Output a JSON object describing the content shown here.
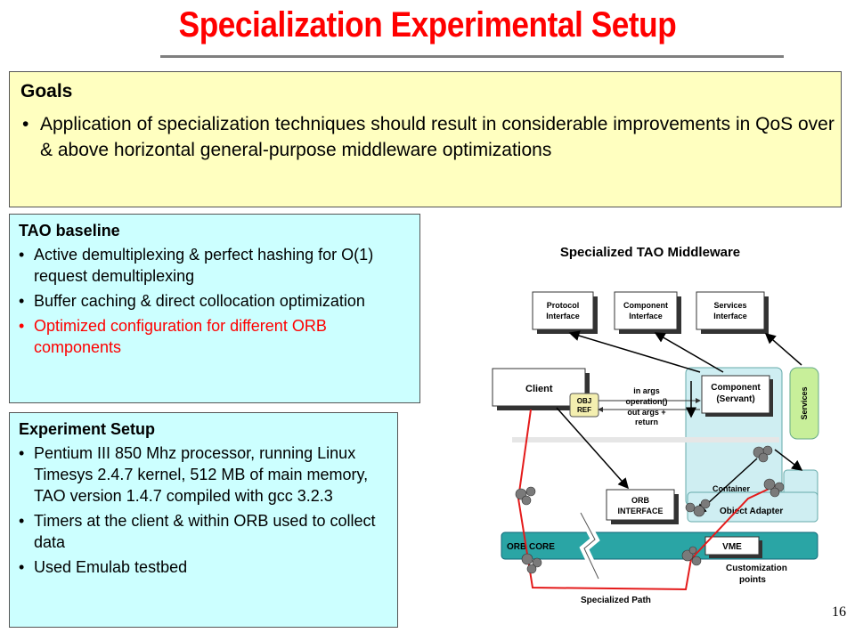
{
  "slide": {
    "title": "Specialization Experimental Setup",
    "page_number": "16"
  },
  "goals": {
    "heading": "Goals",
    "bullets": [
      "Application of specialization techniques should result in considerable improvements in QoS over & above horizontal general-purpose middleware optimizations"
    ]
  },
  "tao_baseline": {
    "heading": "TAO baseline",
    "bullets": [
      "Active demultiplexing &  perfect hashing for O(1) request demultiplexing",
      "Buffer caching & direct collocation optimization",
      "Optimized configuration for different ORB components"
    ]
  },
  "experiment_setup": {
    "heading": "Experiment Setup",
    "bullets": [
      "Pentium III 850 Mhz processor, running Linux Timesys 2.4.7 kernel, 512 MB of main memory, TAO version 1.4.7 compiled with gcc 3.2.3",
      "Timers at the client & within ORB used to collect data",
      "Used Emulab testbed"
    ]
  },
  "diagram": {
    "caption": "Specialized TAO Middleware",
    "protocol_interface": [
      "Protocol",
      "Interface"
    ],
    "component_interface": [
      "Component",
      "Interface"
    ],
    "services_interface": [
      "Services",
      "Interface"
    ],
    "client": "Client",
    "obj_ref": [
      "OBJ",
      "REF"
    ],
    "in_args": "in args",
    "operation": "operation()",
    "out_args": "out args +",
    "return": "return",
    "component_servant": [
      "Component",
      "(Servant)"
    ],
    "services": "Services",
    "container": "Container",
    "orb_interface": [
      "ORB",
      "INTERFACE"
    ],
    "object_adapter": "Object Adapter",
    "orb_core": "ORB CORE",
    "vme": "VME",
    "customization_points": [
      "Customization",
      "points"
    ],
    "specialized_path": "Specialized Path"
  },
  "colors": {
    "title": "#ff0000",
    "goals_bg": "#ffffc0",
    "panel_bg": "#ccffff",
    "orb_core": "#2aa5a5",
    "path": "#e41b1b"
  }
}
